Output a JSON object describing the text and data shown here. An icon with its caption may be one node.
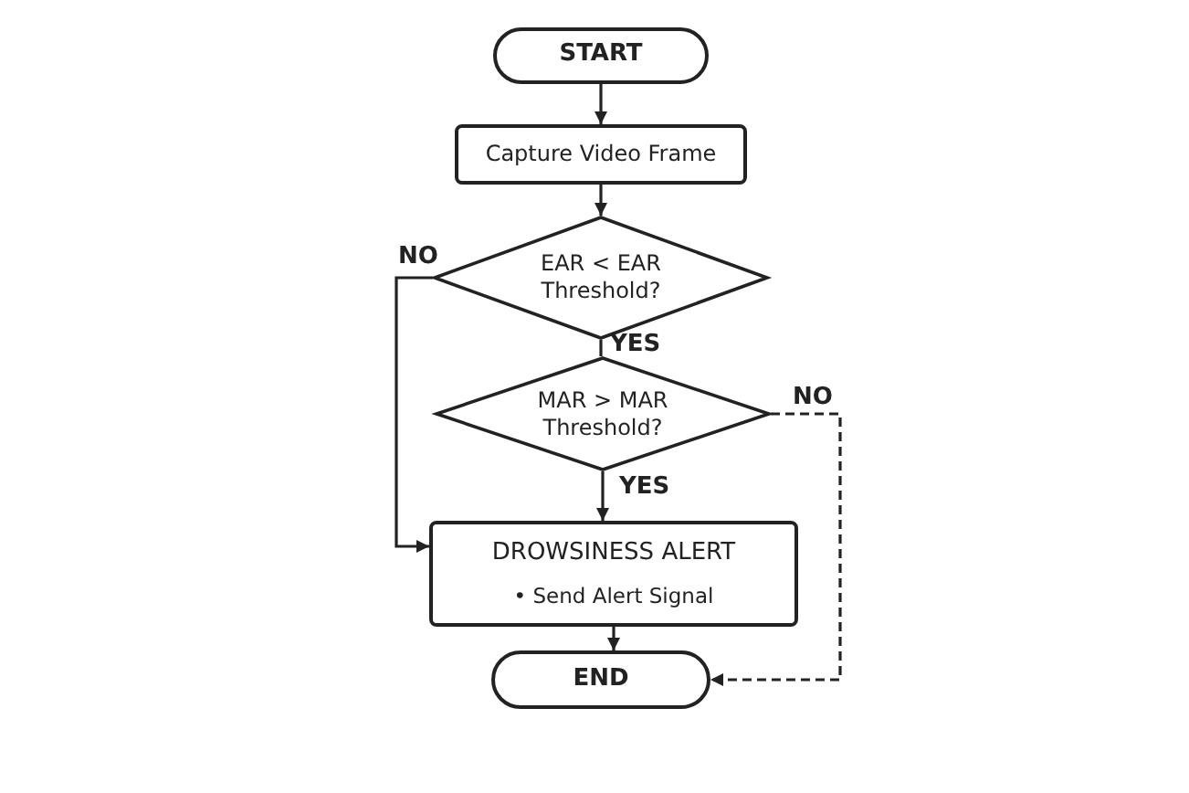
{
  "diagram": {
    "nodes": [
      {
        "text": [
          "START"
        ]
      },
      {
        "text": [
          "Capture Video Frame"
        ]
      },
      {
        "text": [
          "EAR < EAR Threshold?"
        ]
      },
      {
        "text": [
          "MAR > MAR Threshold?"
        ]
      },
      {
        "text": [
          "DROWSINESS ALERT",
          "• Send Alert Signal"
        ]
      },
      {
        "text": [
          "END"
        ]
      }
    ],
    "edges": [
      {
        "from": 0,
        "to": 1,
        "arrow": "to"
      },
      {
        "from": 1,
        "to": 2,
        "arrow": "to"
      },
      {
        "from": 2,
        "to": 3,
        "arrow": "none",
        "label": "YES"
      },
      {
        "from": 2,
        "to": 4,
        "arrow": "to",
        "label": "NO"
      },
      {
        "from": 3,
        "to": 4,
        "arrow": "to",
        "label": "YES"
      },
      {
        "from": 4,
        "to": 5,
        "arrow": "to"
      },
      {
        "from": 3,
        "to": 5,
        "arrow": "to",
        "label": "NO",
        "style": "dashed"
      }
    ]
  }
}
